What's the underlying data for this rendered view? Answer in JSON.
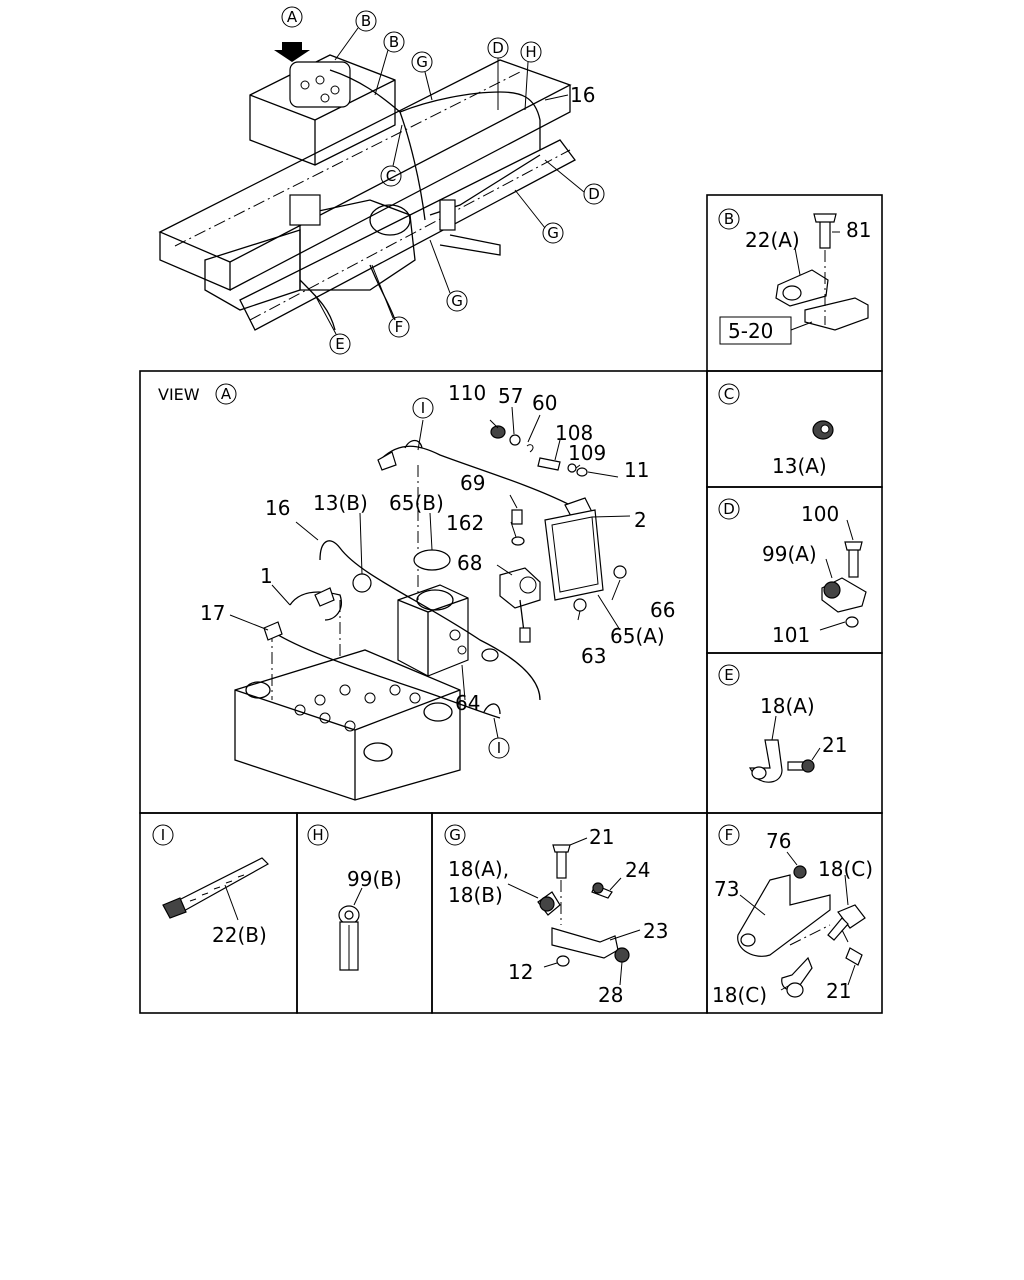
{
  "overview": {
    "view_marker": "A",
    "markers": [
      "A",
      "B",
      "B",
      "G",
      "D",
      "H",
      "C",
      "D",
      "G",
      "G",
      "F",
      "E"
    ],
    "part_16": "16"
  },
  "view_a": {
    "title": "VIEW",
    "title_marker": "A",
    "markers": {
      "i_top": "I",
      "i_bottom": "I"
    },
    "labels": [
      "110",
      "57",
      "60",
      "108",
      "109",
      "11",
      "69",
      "2",
      "162",
      "68",
      "16",
      "13(B)",
      "65(B)",
      "66",
      "1",
      "17",
      "63",
      "65(A)",
      "64"
    ]
  },
  "detail_b": {
    "marker": "B",
    "labels": [
      "22(A)",
      "81"
    ],
    "ref_box": "5-20"
  },
  "detail_c": {
    "marker": "C",
    "labels": [
      "13(A)"
    ]
  },
  "detail_d": {
    "marker": "D",
    "labels": [
      "100",
      "99(A)",
      "101"
    ]
  },
  "detail_e": {
    "marker": "E",
    "labels": [
      "18(A)",
      "21"
    ]
  },
  "detail_i": {
    "marker": "I",
    "labels": [
      "22(B)"
    ]
  },
  "detail_h": {
    "marker": "H",
    "labels": [
      "99(B)"
    ]
  },
  "detail_g": {
    "marker": "G",
    "labels": [
      "21",
      "18(A),",
      "18(B)",
      "24",
      "23",
      "12",
      "28"
    ]
  },
  "detail_f": {
    "marker": "F",
    "labels": [
      "76",
      "18(C)",
      "73",
      "18(C)",
      "21"
    ]
  }
}
